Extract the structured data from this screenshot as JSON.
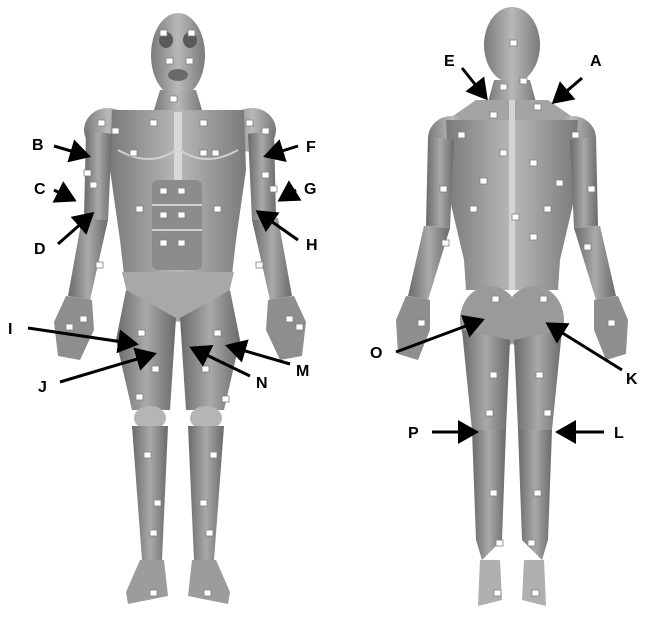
{
  "figure": {
    "labels": [
      "A",
      "B",
      "C",
      "D",
      "E",
      "F",
      "G",
      "H",
      "I",
      "J",
      "K",
      "L",
      "M",
      "N",
      "O",
      "P"
    ]
  },
  "colors": {
    "background": "#ffffff",
    "body_fill": "#9a9a9a",
    "body_shadow": "#6e6e6e",
    "highlight": "#d0d0d0",
    "arrow": "#000000"
  }
}
